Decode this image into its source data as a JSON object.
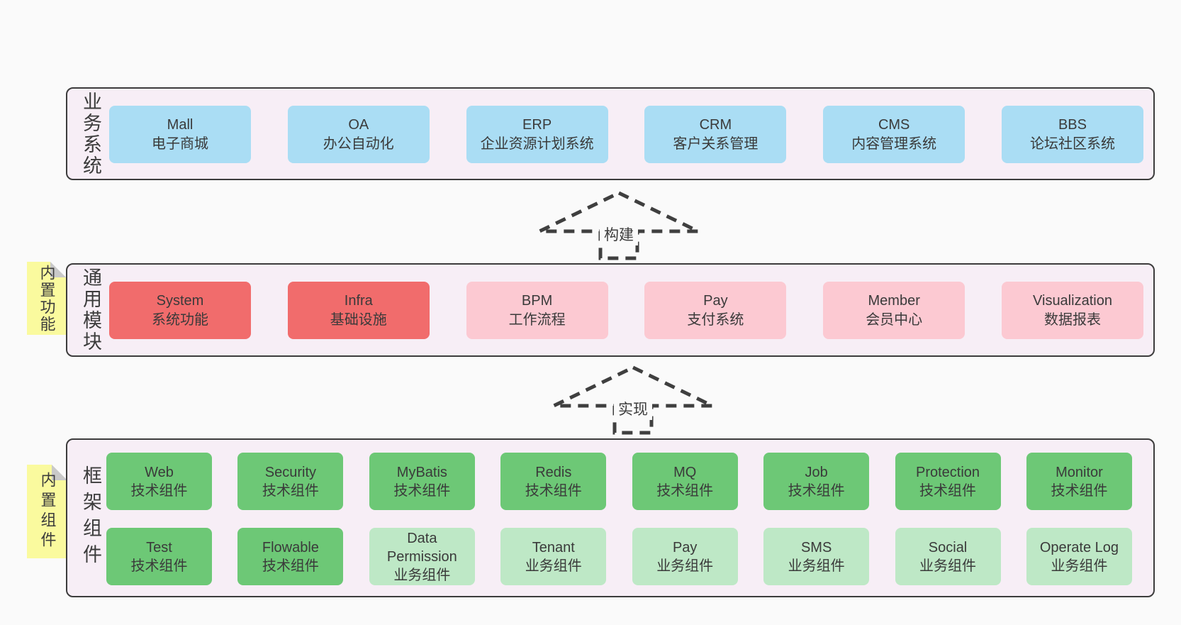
{
  "colors": {
    "page_bg": "#fafafa",
    "band_bg": "#f7eef6",
    "band_border": "#3c3c3c",
    "blue": "#aaddf4",
    "red": "#f16c6c",
    "pink": "#fcc9d2",
    "green": "#6dc876",
    "light_green": "#bee8c6",
    "note_yellow": "#fafa9e",
    "note_fold": "#c9c9c9",
    "text": "#3c3c3c",
    "arrow": "#3f3f3f"
  },
  "bands": [
    {
      "label": "业务系统",
      "boxes": [
        {
          "title": "Mall",
          "subtitle": "电子商城"
        },
        {
          "title": "OA",
          "subtitle": "办公自动化"
        },
        {
          "title": "ERP",
          "subtitle": "企业资源计划系统"
        },
        {
          "title": "CRM",
          "subtitle": "客户关系管理"
        },
        {
          "title": "CMS",
          "subtitle": "内容管理系统"
        },
        {
          "title": "BBS",
          "subtitle": "论坛社区系统"
        }
      ]
    },
    {
      "label": "通用模块",
      "note": "内置功能",
      "boxes": [
        {
          "title": "System",
          "subtitle": "系统功能"
        },
        {
          "title": "Infra",
          "subtitle": "基础设施"
        },
        {
          "title": "BPM",
          "subtitle": "工作流程"
        },
        {
          "title": "Pay",
          "subtitle": "支付系统"
        },
        {
          "title": "Member",
          "subtitle": "会员中心"
        },
        {
          "title": "Visualization",
          "subtitle": "数据报表"
        }
      ]
    },
    {
      "label": "框架组件",
      "note": "内置组件",
      "rows": [
        [
          {
            "title": "Web",
            "subtitle": "技术组件"
          },
          {
            "title": "Security",
            "subtitle": "技术组件"
          },
          {
            "title": "MyBatis",
            "subtitle": "技术组件"
          },
          {
            "title": "Redis",
            "subtitle": "技术组件"
          },
          {
            "title": "MQ",
            "subtitle": "技术组件"
          },
          {
            "title": "Job",
            "subtitle": "技术组件"
          },
          {
            "title": "Protection",
            "subtitle": "技术组件"
          },
          {
            "title": "Monitor",
            "subtitle": "技术组件"
          }
        ],
        [
          {
            "title": "Test",
            "subtitle": "技术组件"
          },
          {
            "title": "Flowable",
            "subtitle": "技术组件"
          },
          {
            "title": "Data Permission",
            "subtitle": "业务组件"
          },
          {
            "title": "Tenant",
            "subtitle": "业务组件"
          },
          {
            "title": "Pay",
            "subtitle": "业务组件"
          },
          {
            "title": "SMS",
            "subtitle": "业务组件"
          },
          {
            "title": "Social",
            "subtitle": "业务组件"
          },
          {
            "title": "Operate Log",
            "subtitle": "业务组件"
          }
        ]
      ]
    }
  ],
  "arrows": [
    {
      "label": "构建"
    },
    {
      "label": "实现"
    }
  ]
}
